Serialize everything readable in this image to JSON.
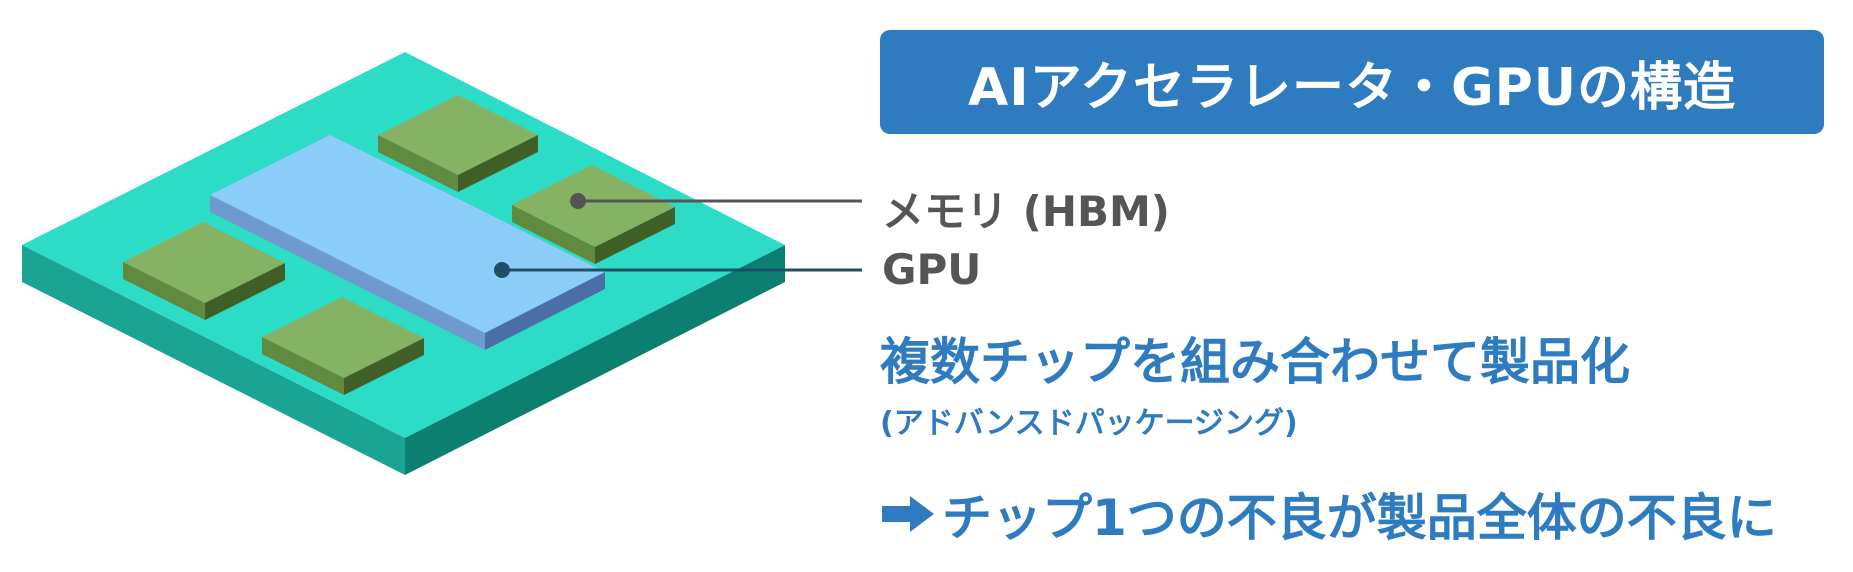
{
  "title": "AIアクセラレータ・GPUの構造",
  "labels": {
    "memory": "メモリ (HBM)",
    "gpu": "GPU"
  },
  "notes": {
    "main": "複数チップを組み合わせて製品化",
    "sub": "(アドバンスドパッケージング)",
    "result": "チップ1つの不良が製品全体の不良に"
  },
  "icons": {
    "result_prefix": "right-arrow-icon"
  },
  "colors": {
    "accent_blue": "#2f7bbf",
    "substrate_top": "#2ddcc6",
    "substrate_left": "#1aa592",
    "substrate_right": "#0d7f70",
    "gpu_top": "#8ccdf8",
    "gpu_side": "#5b7fb8",
    "hbm_top": "#86b264",
    "hbm_left": "#5f8a3f",
    "hbm_right": "#3f5f27",
    "label_gray": "#555555"
  }
}
